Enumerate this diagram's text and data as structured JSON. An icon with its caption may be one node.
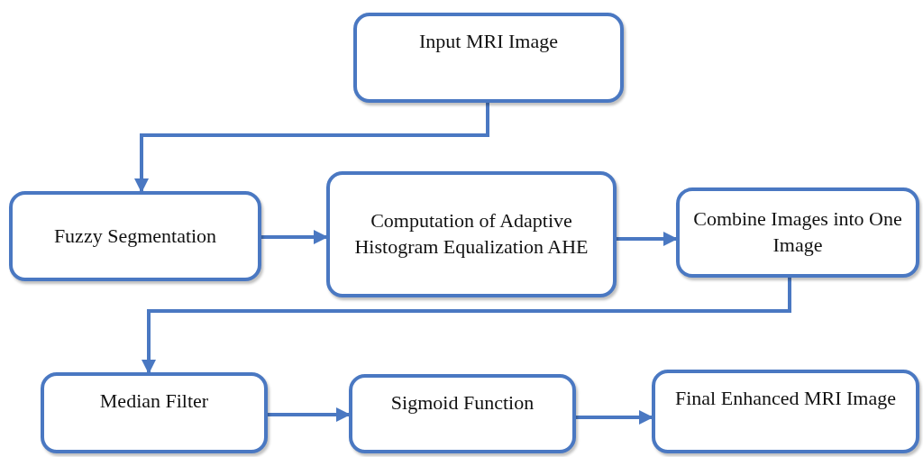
{
  "diagram": {
    "nodes": [
      {
        "text": [
          "Input MRI Image"
        ]
      },
      {
        "text": [
          "Fuzzy Segmentation"
        ]
      },
      {
        "text": [
          "Computation of Adaptive Histogram Equalization AHE"
        ]
      },
      {
        "text": [
          "Combine Images into One Image"
        ]
      },
      {
        "text": [
          "Median Filter"
        ]
      },
      {
        "text": [
          "Sigmoid Function"
        ]
      },
      {
        "text": [
          "Final Enhanced MRI Image"
        ]
      }
    ],
    "edges": [
      {
        "from": 0,
        "to": 1,
        "arrow": "to"
      },
      {
        "from": 1,
        "to": 2,
        "arrow": "to"
      },
      {
        "from": 2,
        "to": 3,
        "arrow": "to"
      },
      {
        "from": 3,
        "to": 4,
        "arrow": "to"
      },
      {
        "from": 4,
        "to": 5,
        "arrow": "to"
      },
      {
        "from": 5,
        "to": 6,
        "arrow": "to"
      }
    ]
  }
}
